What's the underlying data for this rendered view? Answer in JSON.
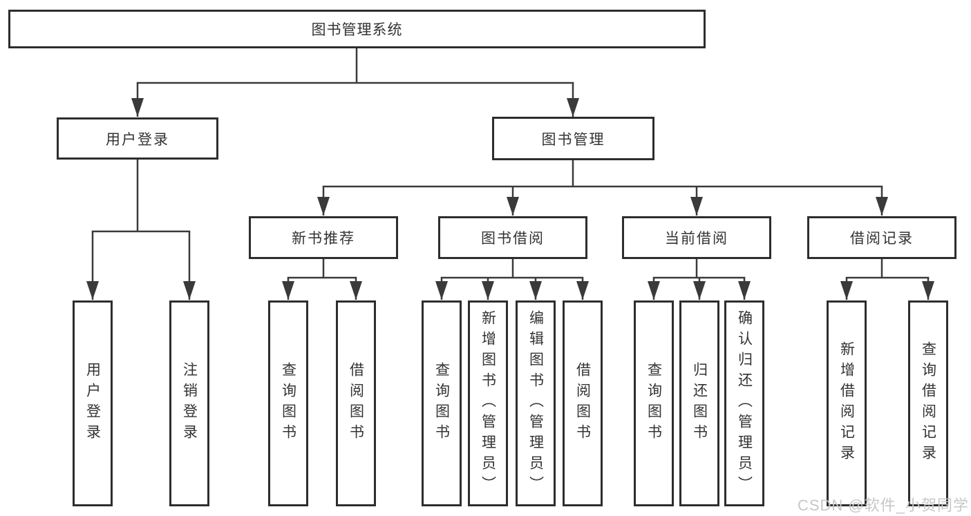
{
  "watermark": "CSDN @软件_小贺同学",
  "colors": {
    "line": "#3a3a3a",
    "border": "#2d2d2d",
    "text": "#333333",
    "background": "#ffffff",
    "watermark_text": "#c7c7c7"
  },
  "nodes": {
    "root": "图书管理系统",
    "level2": [
      "用户登录",
      "图书管理"
    ],
    "level3": [
      "新书推荐",
      "图书借阅",
      "当前借阅",
      "借阅记录"
    ],
    "leaves": [
      "用户登录",
      "注销登录",
      "查询图书",
      "借阅图书",
      "查询图书",
      "新增图书（管理员）",
      "编辑图书（管理员）",
      "借阅图书",
      "查询图书",
      "归还图书",
      "确认归还（管理员）",
      "新增借阅记录",
      "查询借阅记录"
    ]
  },
  "hierarchy": [
    {
      "parent": "图书管理系统",
      "children": [
        "用户登录",
        "图书管理"
      ]
    },
    {
      "parent": "用户登录",
      "children": [
        "用户登录",
        "注销登录"
      ]
    },
    {
      "parent": "图书管理",
      "children": [
        "新书推荐",
        "图书借阅",
        "当前借阅",
        "借阅记录"
      ]
    },
    {
      "parent": "新书推荐",
      "children": [
        "查询图书",
        "借阅图书"
      ]
    },
    {
      "parent": "图书借阅",
      "children": [
        "查询图书",
        "新增图书（管理员）",
        "编辑图书（管理员）",
        "借阅图书"
      ]
    },
    {
      "parent": "当前借阅",
      "children": [
        "查询图书",
        "归还图书",
        "确认归还（管理员）"
      ]
    },
    {
      "parent": "借阅记录",
      "children": [
        "新增借阅记录",
        "查询借阅记录"
      ]
    }
  ]
}
